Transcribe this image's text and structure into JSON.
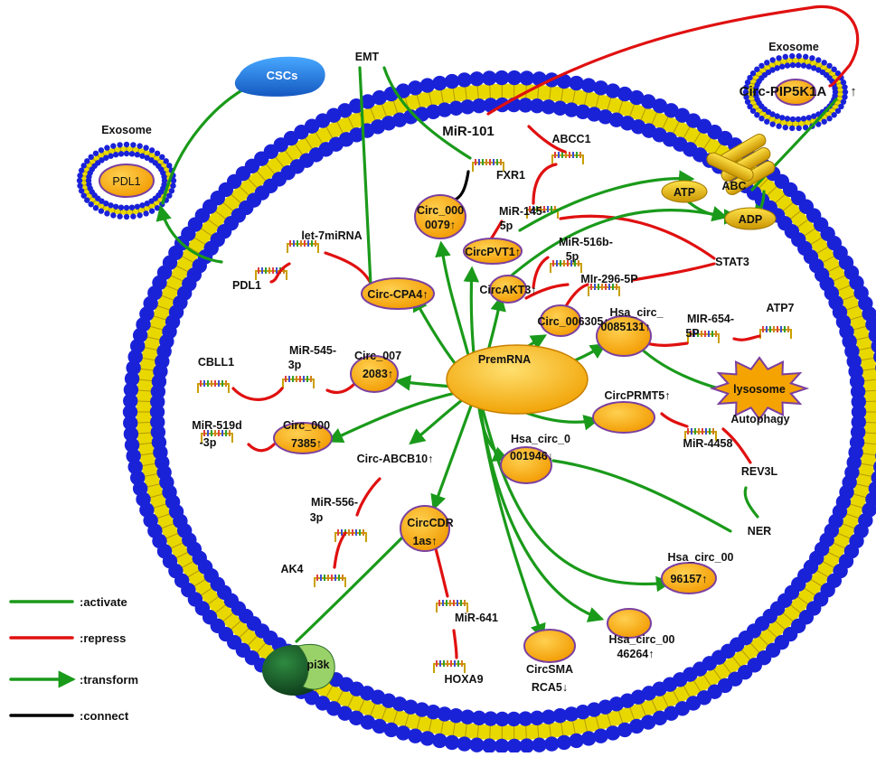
{
  "nodes": {
    "csc": "CSCs",
    "emt": "EMT",
    "exosome_left": "Exosome",
    "pdl1_exo": "PDL1",
    "exosome_right": "Exosome",
    "circ_pip5k1a": "Circ-PIP5K1A",
    "circ_pip5k1a_arrow": "↑",
    "mir101": "MiR-101",
    "abcc1": "ABCC1",
    "fxr1": "FXR1",
    "atp": "ATP",
    "abc": "ABC",
    "adp": "ADP",
    "circ_0000079_l1": "Circ_000",
    "circ_0000079_l2": "0079↑",
    "mir145_l1": "MiR-145-",
    "mir145_l2": "5p",
    "circpvt1": "CircPVT1↑",
    "mir516b_l1": "MiR-516b-",
    "mir516b_l2": "5p",
    "stat3": "STAT3",
    "let7": "let-7miRNA",
    "pdl1": "PDL1",
    "circ_cpa4": "Circ-CPA4↑",
    "circakt3": "CircAKT3↑",
    "mir296": "MIr-296-5P",
    "circ_006305": "Circ_006305↑",
    "hsa_0085131_l1": "Hsa_circ_",
    "hsa_0085131_l2": "0085131↑",
    "mir654_l1": "MIR-654-",
    "mir654_l2": "5P",
    "atp7": "ATP7",
    "cbll1": "CBLL1",
    "mir545_l1": "MiR-545-",
    "mir545_l2": "3p",
    "circ_0072083_l1": "Circ_007",
    "circ_0072083_l2": "2083↑",
    "premrna": "PremRNA",
    "lysosome": "lysosome",
    "autophagy": "Autophagy",
    "circprmt5": "CircPRMT5↑",
    "mir519d_l1": "MiR-519d",
    "mir519d_l2": "-3p",
    "circ_0007385_l1": "Circ_000",
    "circ_0007385_l2": "7385↑",
    "circ_abcb10": "Circ-ABCB10↑",
    "hsa_001946_l1": "Hsa_circ_0",
    "hsa_001946_l2": "001946↓",
    "mir4458": "MiR-4458",
    "rev3l": "REV3L",
    "mir556_l1": "MiR-556-",
    "mir556_l2": "3p",
    "circcdr1as_l1": "CircCDR",
    "circcdr1as_l2": "1as↑",
    "ner": "NER",
    "ak4": "AK4",
    "hsa_0096157_l1": "Hsa_circ_00",
    "hsa_0096157_l2": "96157↑",
    "mir641": "MiR-641",
    "hoxa9": "HOXA9",
    "circsmarca5_l1": "CircSMA",
    "circsmarca5_l2": "RCA5↓",
    "hsa_0046264_l1": "Hsa_circ_00",
    "hsa_0046264_l2": "46264↑",
    "pi3k": "pi3k"
  },
  "legend": [
    {
      "label": ":activate",
      "color": "#1a9a1a",
      "kind": "line"
    },
    {
      "label": ":repress",
      "color": "#e01010",
      "kind": "line"
    },
    {
      "label": ":transform",
      "color": "#1a9a1a",
      "kind": "arrow"
    },
    {
      "label": ":connect",
      "color": "#000000",
      "kind": "line"
    }
  ],
  "colors": {
    "activate": "#1a9a1a",
    "repress": "#e01010",
    "connect": "#000000",
    "membrane_head": "#1a22d8",
    "membrane_tail": "#e8d800",
    "circ_node_fill": "#f5a300",
    "circ_node_stroke": "#7a3fa0"
  }
}
